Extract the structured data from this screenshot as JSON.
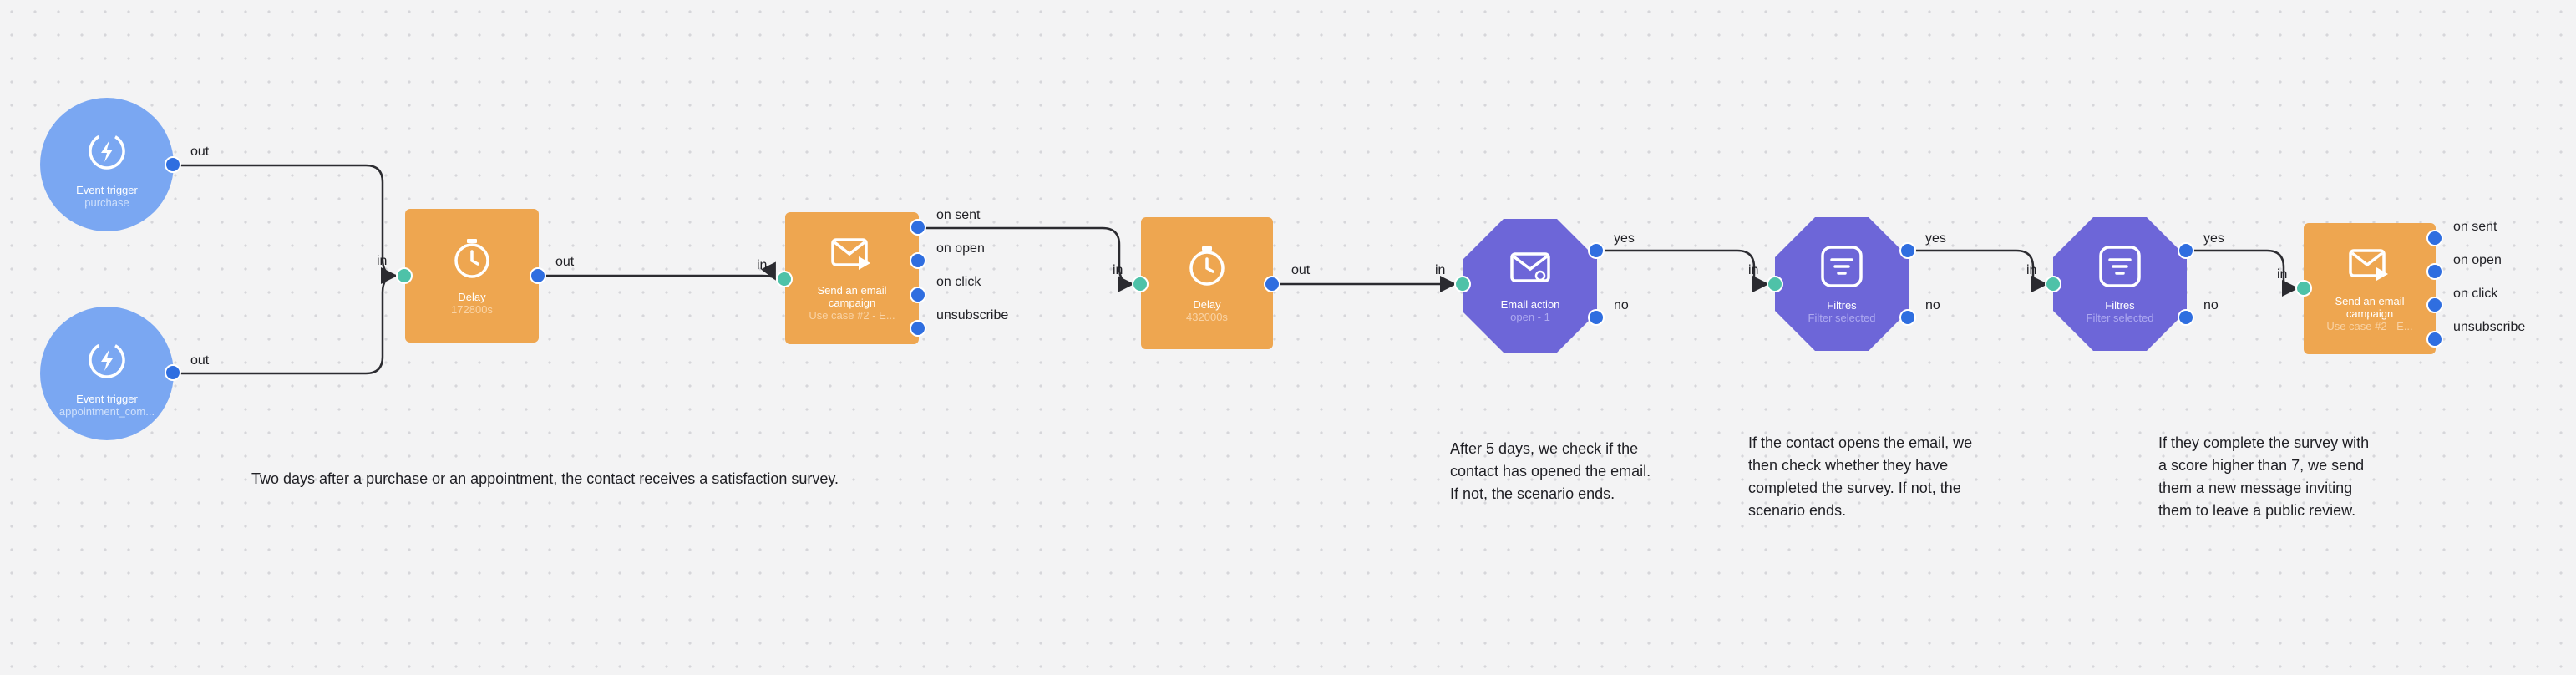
{
  "nodes": {
    "trigger1": {
      "title": "Event trigger",
      "sub": "purchase",
      "out": "out"
    },
    "trigger2": {
      "title": "Event trigger",
      "sub": "appointment_com...",
      "out": "out"
    },
    "delay1": {
      "title": "Delay",
      "sub": "172800s",
      "in": "in",
      "out": "out"
    },
    "email1": {
      "title": "Send an email campaign",
      "sub": "Use case #2 - E...",
      "in": "in",
      "outs": [
        "on sent",
        "on open",
        "on click",
        "unsubscribe"
      ]
    },
    "delay2": {
      "title": "Delay",
      "sub": "432000s",
      "in": "in",
      "out": "out"
    },
    "action1": {
      "title": "Email action",
      "sub": "open - 1",
      "in": "in",
      "yes": "yes",
      "no": "no"
    },
    "filter1": {
      "title": "Filtres",
      "sub": "Filter selected",
      "in": "in",
      "yes": "yes",
      "no": "no"
    },
    "filter2": {
      "title": "Filtres",
      "sub": "Filter selected",
      "in": "in",
      "yes": "yes",
      "no": "no"
    },
    "email2": {
      "title": "Send an email campaign",
      "sub": "Use case #2 - E...",
      "in": "in",
      "outs": [
        "on sent",
        "on open",
        "on click",
        "unsubscribe"
      ]
    }
  },
  "notes": {
    "note1": "Two days after a purchase or an appointment, the contact receives a satisfaction survey.",
    "note2": "After 5 days, we check if the contact has opened the email. If not, the scenario ends.",
    "note3": "If the contact opens the email, we then check whether they have completed the survey. If not, the scenario ends.",
    "note4": "If they complete the survey with a score higher than 7, we send them a new message inviting them to leave a public review."
  },
  "colors": {
    "trigger": "#7aa7f2",
    "action": "#eea650",
    "condition": "#6d66d8",
    "port_out": "#2f6ee0",
    "port_in": "#4ec2a8",
    "edge": "#2b2b30"
  },
  "icons": {
    "trigger": "lightning-icon",
    "delay": "timer-icon",
    "email": "email-send-icon",
    "email_action": "email-gear-icon",
    "filter": "filter-icon"
  }
}
